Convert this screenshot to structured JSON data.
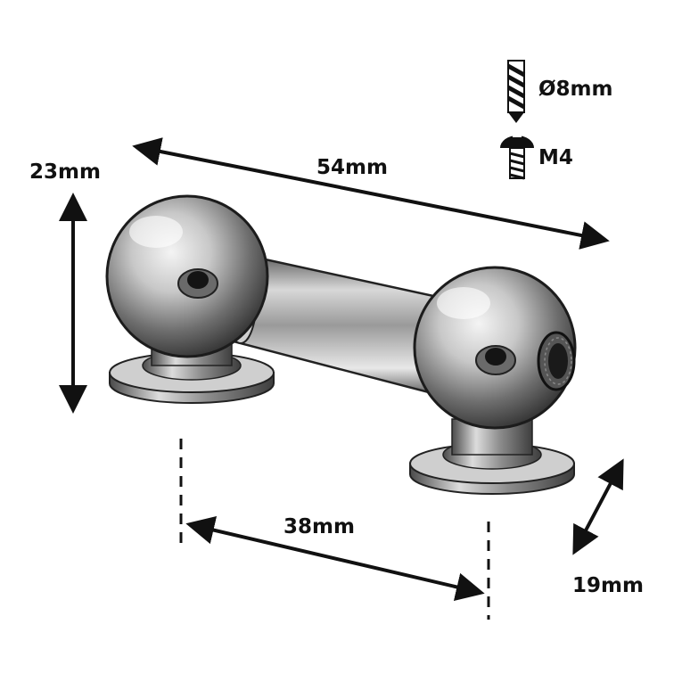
{
  "dimensions": {
    "length": "54mm",
    "height": "23mm",
    "hole_spacing": "38mm",
    "base_diameter": "19mm"
  },
  "fixing": {
    "drill_diameter": "Ø8mm",
    "screw_size": "M4"
  },
  "icons": {
    "drill": "drill-bit-icon",
    "screw": "screw-icon"
  },
  "colors": {
    "ink": "#111111",
    "chrome_light": "#e6e6e6",
    "chrome_mid": "#9a9a9a",
    "chrome_dark": "#3a3a3a"
  }
}
